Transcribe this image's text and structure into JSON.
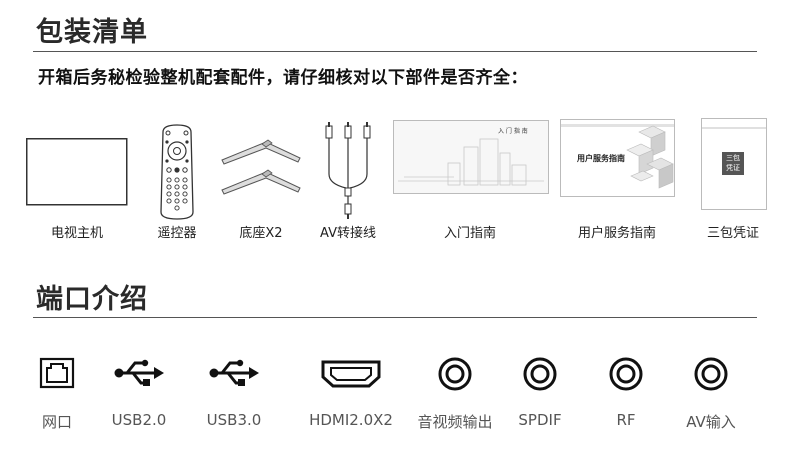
{
  "packing": {
    "title": "包装清单",
    "instruction": "开箱后务秘检验整机配套配件，请仔细核对以下部件是否齐全：",
    "items": [
      {
        "label": "电视主机",
        "icon": "tv-icon"
      },
      {
        "label": "遥控器",
        "icon": "remote-control-icon"
      },
      {
        "label": "底座X2",
        "icon": "stand-base-icon"
      },
      {
        "label": "AV转接线",
        "icon": "av-cable-icon"
      },
      {
        "label": "入门指南",
        "icon": "quick-start-guide-icon",
        "cover_text": "入 门 指 南"
      },
      {
        "label": "用户服务指南",
        "icon": "user-service-guide-icon",
        "cover_text": "用户服务指南"
      },
      {
        "label": "三包凭证",
        "icon": "warranty-card-icon",
        "cover_text_line1": "三包",
        "cover_text_line2": "凭证"
      }
    ]
  },
  "ports": {
    "title": "端口介绍",
    "items": [
      {
        "label": "网口",
        "icon": "ethernet-port-icon"
      },
      {
        "label": "USB2.0",
        "icon": "usb-icon"
      },
      {
        "label": "USB3.0",
        "icon": "usb-icon"
      },
      {
        "label": "HDMI2.0X2",
        "icon": "hdmi-port-icon"
      },
      {
        "label": "音视频输出",
        "icon": "round-port-icon"
      },
      {
        "label": "SPDIF",
        "icon": "round-port-icon"
      },
      {
        "label": "RF",
        "icon": "round-port-icon"
      },
      {
        "label": "AV输入",
        "icon": "round-port-icon"
      }
    ]
  }
}
